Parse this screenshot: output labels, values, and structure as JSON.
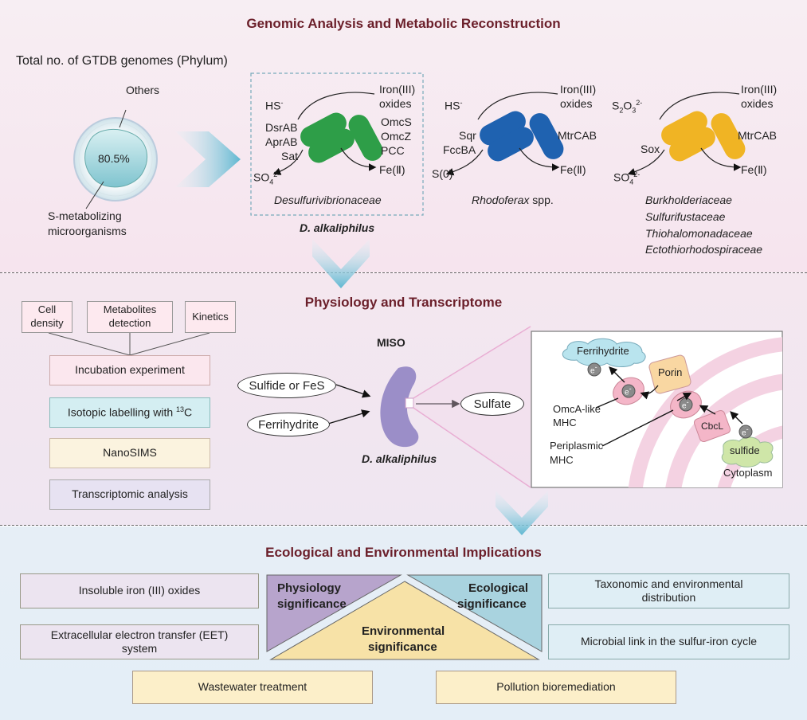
{
  "sections": {
    "genomic_title": "Genomic Analysis and Metabolic Reconstruction",
    "physiology_title": "Physiology and Transcriptome",
    "ecology_title": "Ecological and Environmental Implications"
  },
  "genome_panel": {
    "total_label": "Total no. of GTDB genomes (Phylum)",
    "others_label": "Others",
    "percent": "80.5%",
    "smicro_line1": "S-metabolizing",
    "smicro_line2": "microorganisms"
  },
  "organisms": [
    {
      "left_top": "HS",
      "left_top_sup": "-",
      "left_genes": [
        "DsrAB",
        "AprAB",
        "Sat"
      ],
      "left_bottom": "SO",
      "left_bottom_sub": "4",
      "left_bottom_sup": "2-",
      "right_top1": "Iron(III)",
      "right_top2": "oxides",
      "right_genes": [
        "OmcS",
        "OmcZ",
        "PCC"
      ],
      "right_bottom": "Fe(Ⅱ)",
      "family": "Desulfurivibrionaceae",
      "highlight": "D. alkaliphilus",
      "color": "#2e9e48"
    },
    {
      "left_top": "HS",
      "left_top_sup": "-",
      "left_genes": [
        "Sqr",
        "FccBA"
      ],
      "left_bottom": "S(0)",
      "right_top1": "Iron(III)",
      "right_top2": "oxides",
      "right_genes": [
        "MtrCAB"
      ],
      "right_bottom": "Fe(Ⅱ)",
      "family": "Rhodoferax",
      "family_suffix": " spp.",
      "color": "#1f62b0"
    },
    {
      "left_top": "S",
      "left_top_sub1": "2",
      "left_top_mid": "O",
      "left_top_sub2": "3",
      "left_top_sup": "2-",
      "left_genes": [
        "Sox"
      ],
      "left_bottom": "SO",
      "left_bottom_sub": "4",
      "left_bottom_sup": "2-",
      "right_top1": "Iron(III)",
      "right_top2": "oxides",
      "right_genes": [
        "MtrCAB"
      ],
      "right_bottom": "Fe(Ⅱ)",
      "families": [
        "Burkholderiaceae",
        "Sulfurifustaceae",
        "Thiohalomonadaceae",
        "Ectothiorhodospiraceae"
      ],
      "color": "#f0b424"
    }
  ],
  "physiology": {
    "top_boxes": [
      {
        "line1": "Cell",
        "line2": "density"
      },
      {
        "line1": "Metabolites",
        "line2": "detection"
      },
      {
        "line1": "Kinetics",
        "line2": ""
      }
    ],
    "methods": [
      "Incubation experiment",
      "Isotopic labelling with",
      "NanoSIMS",
      "Transcriptomic analysis"
    ],
    "isotope_sup": "13",
    "isotope_el": "C",
    "miso": "MISO",
    "input1": "Sulfide or FeS",
    "input2": "Ferrihydrite",
    "output": "Sulfate",
    "organism": "D. alkaliphilus",
    "inset": {
      "ferrihydrite": "Ferrihydrite",
      "porin": "Porin",
      "omca_line1": "OmcA-like",
      "omca_line2": "MHC",
      "peri_line1": "Periplasmic",
      "peri_line2": "MHC",
      "cbcl": "CbcL",
      "sulfide": "sulfide",
      "cytoplasm": "Cytoplasm",
      "electron": "e",
      "electron_sup": "-"
    }
  },
  "ecology": {
    "left_boxes": [
      "Insoluble iron (III) oxides",
      "Extracellular electron transfer (EET)",
      "system"
    ],
    "right_boxes": [
      "Taxonomic and environmental",
      "distribution",
      "Microbial link in the sulfur-iron cycle"
    ],
    "tri_phys1": "Physiology",
    "tri_phys2": "significance",
    "tri_eco1": "Ecological",
    "tri_eco2": "significance",
    "tri_env1": "Environmental",
    "tri_env2": "significance",
    "bottom_boxes": [
      "Wastewater treatment",
      "Pollution bioremediation"
    ]
  }
}
